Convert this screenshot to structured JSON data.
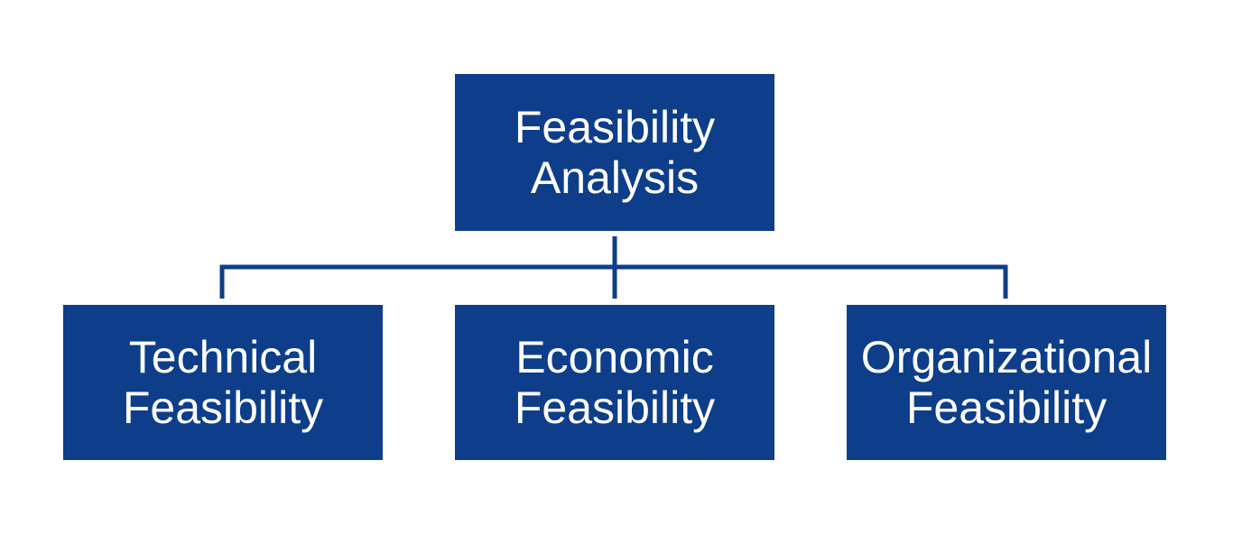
{
  "diagram": {
    "root": {
      "label": "Feasibility\nAnalysis"
    },
    "children": [
      {
        "label": "Technical\nFeasibility"
      },
      {
        "label": "Economic\nFeasibility"
      },
      {
        "label": "Organizational\nFeasibility"
      }
    ]
  },
  "colors": {
    "node_fill": "#0e3e8a",
    "node_text": "#ffffff",
    "connector": "#0e3e8a",
    "background": "#ffffff"
  }
}
